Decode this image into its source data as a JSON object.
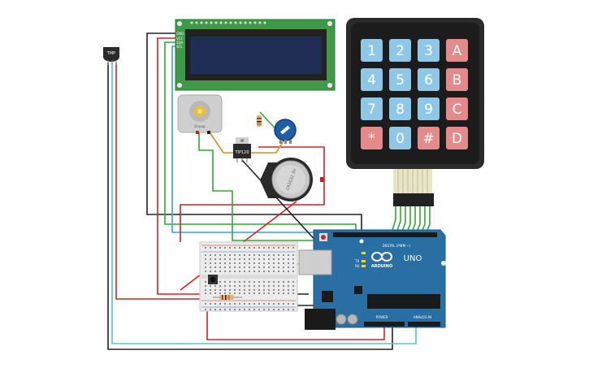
{
  "sensor": {
    "label": "TMP"
  },
  "lcd": {
    "pins": [
      "GND",
      "VCC",
      "SDA",
      "SCL"
    ]
  },
  "motor": {
    "label": "Dr.pop"
  },
  "transistor": {
    "label": "TIP120"
  },
  "coin_cell": {
    "label": "CR2032 3V"
  },
  "keypad": {
    "rows": [
      [
        "1",
        "2",
        "3",
        "A"
      ],
      [
        "4",
        "5",
        "6",
        "B"
      ],
      [
        "7",
        "8",
        "9",
        "C"
      ],
      [
        "*",
        "0",
        "#",
        "D"
      ]
    ]
  },
  "arduino": {
    "model": "UNO",
    "brand": "ARDUINO",
    "digital_label": "DIGITAL (PWM ~)",
    "power_label": "POWER",
    "analog_label": "ANALOG IN",
    "tx_label": "TX",
    "rx_label": "RX"
  },
  "colors": {
    "pcb": "#2a6fa3",
    "lcd_board": "#3e9a48",
    "lcd_screen": "#1f2d55",
    "keypad_body": "#2b2b2b",
    "key_blue": "#8fc7e6",
    "key_red": "#e58a8a",
    "wire_red": "#d82020",
    "wire_black": "#222222",
    "wire_green": "#2ea832",
    "wire_blue": "#3a9ee0",
    "wire_orange": "#e08a18",
    "wire_cyan": "#4ec8c0",
    "wire_yellow": "#e6c21a"
  }
}
